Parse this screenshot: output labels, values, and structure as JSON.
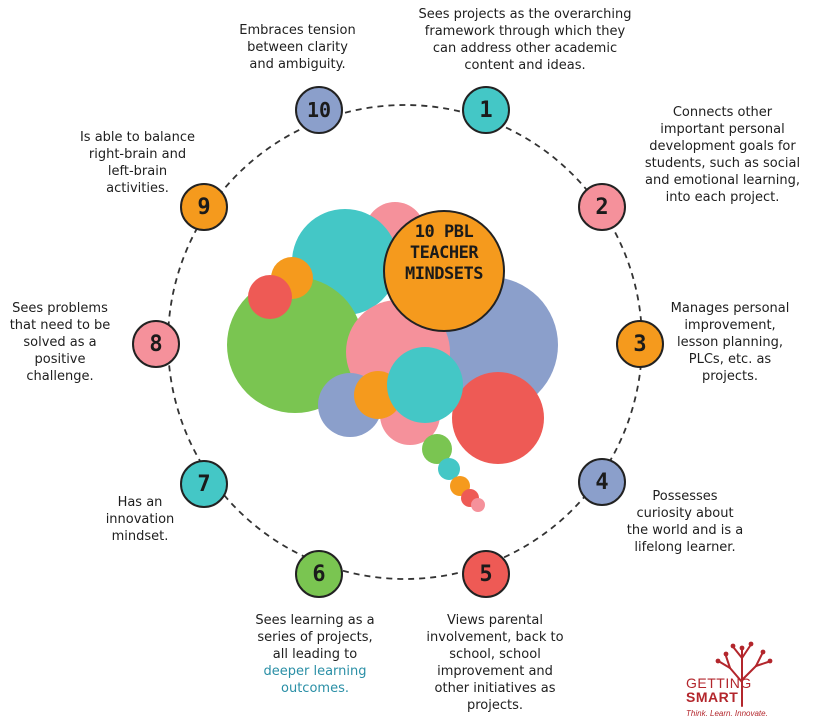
{
  "title_lines": [
    "10 PBL",
    "TEACHER",
    "MINDSETS"
  ],
  "colors": {
    "teal": "#44c7c6",
    "pink": "#f5919b",
    "coral": "#ee5a55",
    "orange": "#f59a1d",
    "green": "#7ac551",
    "blue": "#8b9fcb",
    "brand_red": "#b3262c"
  },
  "mindsets": [
    {
      "number": "1",
      "color": "#44c7c6",
      "lines": [
        "Sees projects as the overarching",
        "framework through which they",
        "can address other academic",
        "content and ideas."
      ]
    },
    {
      "number": "2",
      "color": "#f5919b",
      "lines": [
        "Connects other",
        "important personal",
        "development goals for",
        "students, such as social",
        "and emotional learning,",
        "into each project."
      ]
    },
    {
      "number": "3",
      "color": "#f59a1d",
      "lines": [
        "Manages personal",
        "improvement,",
        "lesson planning,",
        "PLCs, etc. as",
        "projects."
      ]
    },
    {
      "number": "4",
      "color": "#8b9fcb",
      "lines": [
        "Possesses",
        "curiosity about",
        "the world and is a",
        "lifelong learner."
      ]
    },
    {
      "number": "5",
      "color": "#ee5a55",
      "lines": [
        "Views parental",
        "involvement, back to",
        "school, school",
        "improvement and",
        "other initiatives as",
        "projects."
      ]
    },
    {
      "number": "6",
      "color": "#7ac551",
      "lines": [
        "Sees learning as a",
        "series of projects,",
        "all leading to",
        "deeper learning",
        "outcomes."
      ],
      "link_lines": [
        3,
        4
      ]
    },
    {
      "number": "7",
      "color": "#44c7c6",
      "lines": [
        "Has an",
        "innovation",
        "mindset."
      ]
    },
    {
      "number": "8",
      "color": "#f5919b",
      "lines": [
        "Sees problems",
        "that need to be",
        "solved as a",
        "positive",
        "challenge."
      ]
    },
    {
      "number": "9",
      "color": "#f59a1d",
      "lines": [
        "Is able to balance",
        "right-brain and",
        "left-brain",
        "activities."
      ]
    },
    {
      "number": "10",
      "color": "#8b9fcb",
      "lines": [
        "Embraces tension",
        "between clarity",
        "and ambiguity."
      ]
    }
  ],
  "logo": {
    "brand_line1": "GETTING",
    "brand_line2": "SMART",
    "tagline": "Think. Learn. Innovate."
  }
}
